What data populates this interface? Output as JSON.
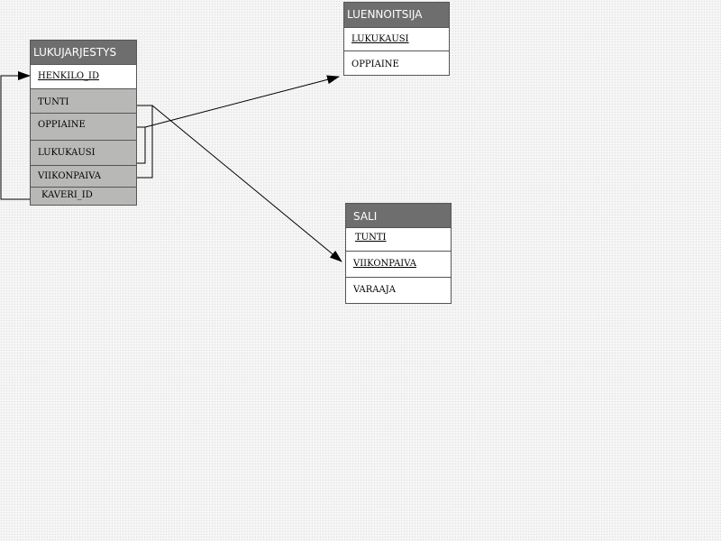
{
  "tables": {
    "lukujarjestys": {
      "name": "LUKUJARJESTYS",
      "fields": {
        "henkilo_id": "HENKILO_ID",
        "tunti": "TUNTI",
        "oppiaine": "OPPIAINE",
        "lukukausi": "LUKUKAUSI",
        "viikonpaiva": "VIIKONPAIVA",
        "kaveri_id": "KAVERI_ID"
      }
    },
    "luennoitsija": {
      "name": "LUENNOITSIJA",
      "fields": {
        "lukukausi": "LUKUKAUSI",
        "oppiaine": "OPPIAINE"
      }
    },
    "sali": {
      "name": "SALI",
      "fields": {
        "tunti": "TUNTI",
        "viikonpaiva": "VIIKONPAIVA",
        "varaaja": "VARAAJA"
      }
    }
  },
  "relations": [
    {
      "from": "LUKUJARJESTYS.KAVERI_ID",
      "to": "LUKUJARJESTYS.HENKILO_ID"
    },
    {
      "from": "LUKUJARJESTYS.OPPIAINE + LUKUKAUSI",
      "to": "LUENNOITSIJA"
    },
    {
      "from": "LUKUJARJESTYS.TUNTI + VIIKONPAIVA",
      "to": "SALI"
    }
  ],
  "colors": {
    "header": "#6e6e6e",
    "grey_row": "#b8b9b7",
    "line": "#000000"
  }
}
